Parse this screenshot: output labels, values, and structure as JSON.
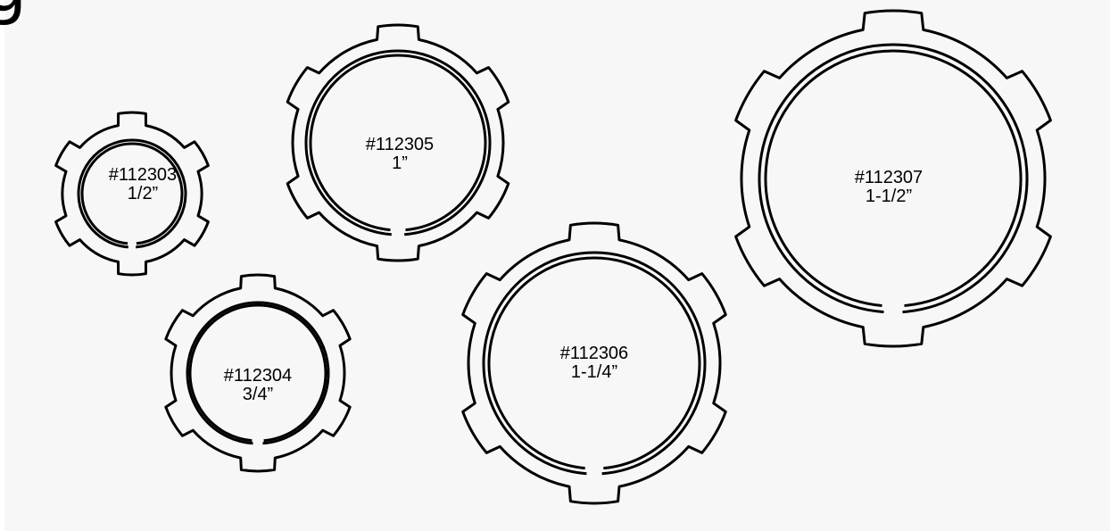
{
  "header": {
    "title_fragment": "g"
  },
  "colors": {
    "background": "#f7f7f7",
    "line": "#000000"
  },
  "locknuts": [
    {
      "id": "#112303",
      "size": "1/2”"
    },
    {
      "id": "#112304",
      "size": "3/4”"
    },
    {
      "id": "#112305",
      "size": "1”"
    },
    {
      "id": "#112306",
      "size": "1-1/4”"
    },
    {
      "id": "#112307",
      "size": "1-1/2”"
    }
  ]
}
